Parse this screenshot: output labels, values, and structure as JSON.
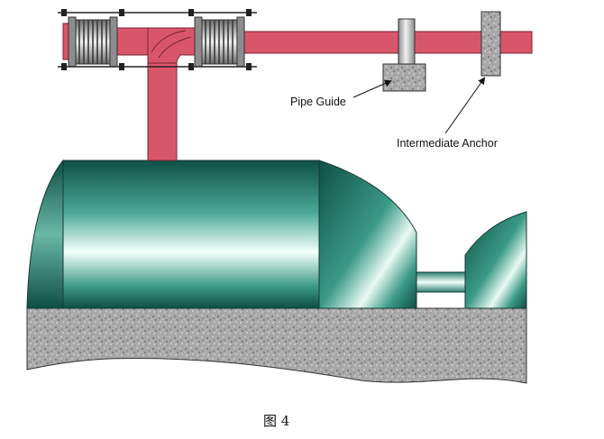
{
  "labels": {
    "pipe_guide": "Pipe Guide",
    "intermediate_anchor": "Intermediate Anchor"
  },
  "caption": "图 4",
  "colors": {
    "pipe": "#d9566a",
    "pipe_outline": "#7a2030",
    "vessel_dark": "#0e4f44",
    "vessel_mid": "#2f8f7c",
    "vessel_light": "#f4fffb",
    "concrete": "#a9a9a9",
    "guide_post": "#c9c9c9",
    "bellows": "#bcbcbc"
  }
}
